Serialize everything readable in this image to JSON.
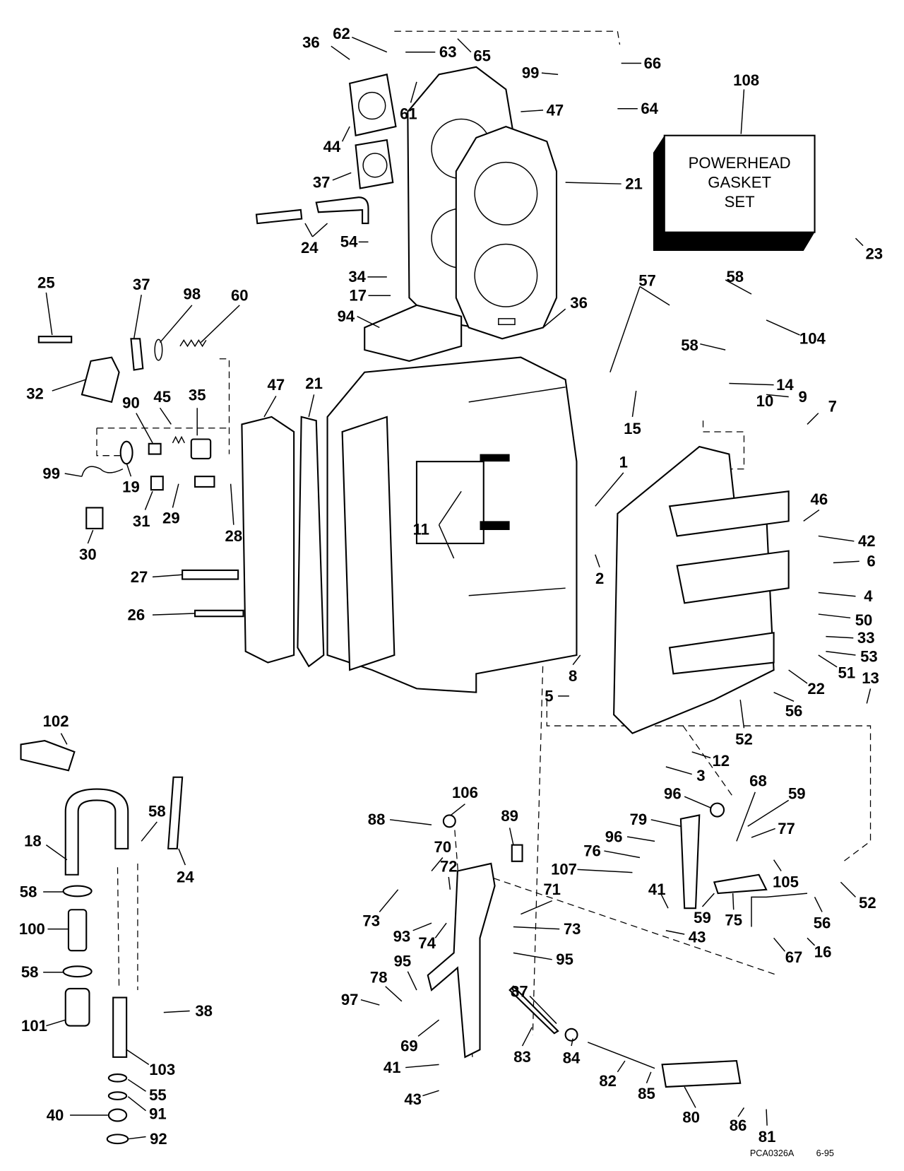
{
  "diagram": {
    "gasket_set_box": [
      "POWERHEAD",
      "GASKET",
      "SET"
    ],
    "footer_code": "PCA0326A",
    "footer_date": "6-95",
    "callouts": [
      "36",
      "62",
      "63",
      "65",
      "61",
      "99",
      "66",
      "64",
      "47",
      "108",
      "44",
      "37",
      "21",
      "24",
      "54",
      "23",
      "25",
      "37",
      "98",
      "60",
      "34",
      "17",
      "94",
      "36",
      "57",
      "58",
      "104",
      "58",
      "14",
      "15",
      "10",
      "9",
      "7",
      "32",
      "90",
      "45",
      "35",
      "47",
      "21",
      "99",
      "19",
      "31",
      "29",
      "28",
      "30",
      "11",
      "1",
      "2",
      "46",
      "42",
      "6",
      "4",
      "50",
      "33",
      "53",
      "51",
      "13",
      "22",
      "56",
      "52",
      "12",
      "3",
      "27",
      "26",
      "8",
      "5",
      "102",
      "18",
      "58",
      "24",
      "58",
      "100",
      "58",
      "101",
      "38",
      "103",
      "55",
      "91",
      "40",
      "92",
      "106",
      "88",
      "89",
      "96",
      "68",
      "59",
      "79",
      "77",
      "96",
      "76",
      "70",
      "72",
      "107",
      "71",
      "105",
      "41",
      "52",
      "73",
      "93",
      "74",
      "73",
      "59",
      "75",
      "56",
      "43",
      "16",
      "67",
      "95",
      "95",
      "78",
      "97",
      "69",
      "87",
      "83",
      "84",
      "82",
      "85",
      "41",
      "43",
      "80",
      "86",
      "81"
    ]
  }
}
